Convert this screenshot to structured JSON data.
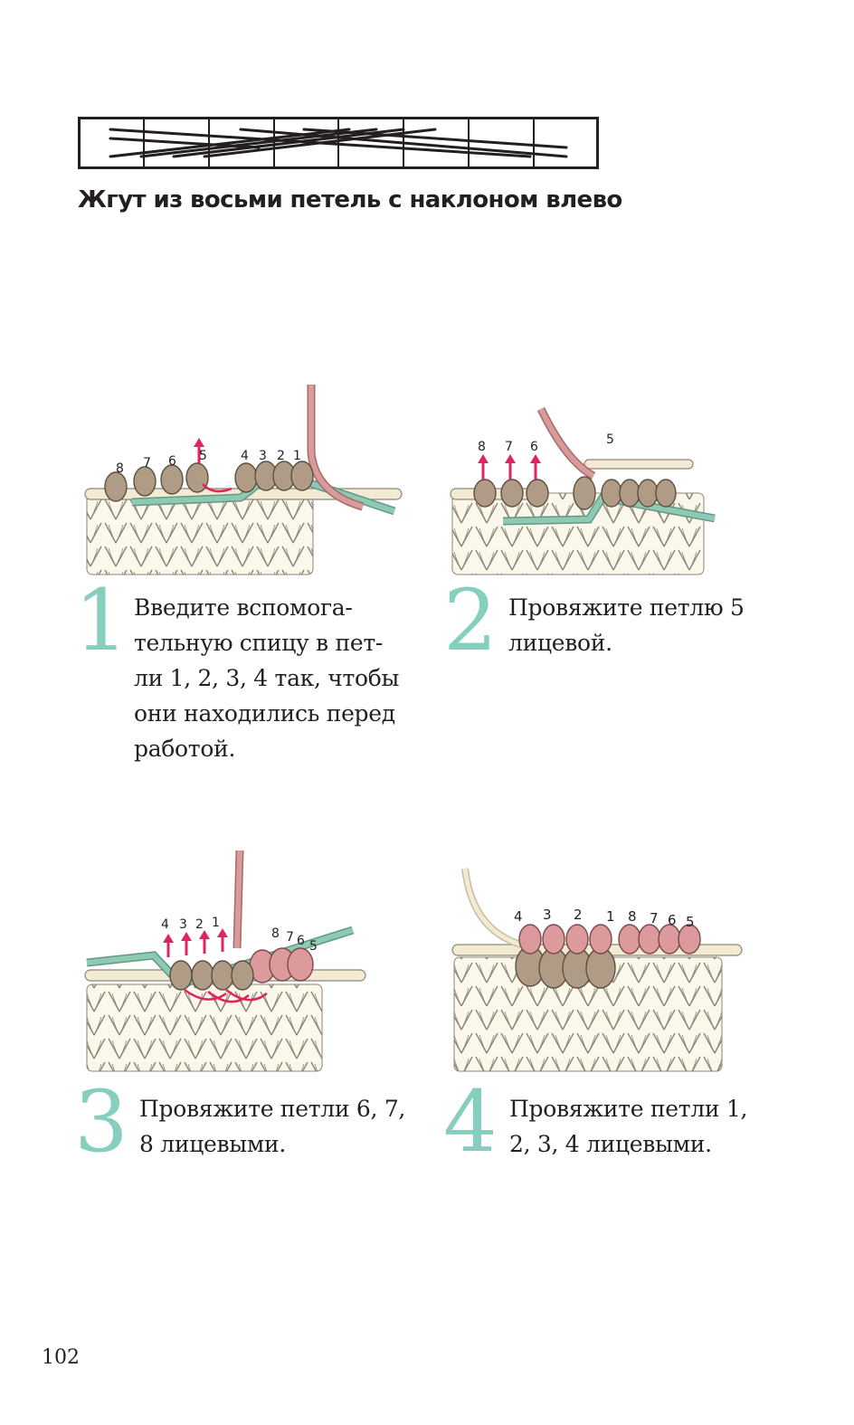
{
  "title": "Жгут из восьми петель с наклоном влево",
  "page_number": "102",
  "colors": {
    "accent": "#86cfbe",
    "arrow": "#e0245e",
    "yarn_base": "#f2ecd9",
    "cable_needle": "#8fc9b1",
    "working_yarn": "#d99a9a",
    "stitch_brown": "#b09c86",
    "stitch_pink": "#dd9a9c"
  },
  "steps": [
    {
      "number": "1",
      "text": "Введите вспомога-\nтельную спицу в пет-\nли 1, 2, 3, 4 так, чтобы\nони находились перед\nработой.",
      "labels": [
        "8",
        "7",
        "6",
        "5",
        "4",
        "3",
        "2",
        "1"
      ]
    },
    {
      "number": "2",
      "text": "Провяжите петлю 5\nлицевой.",
      "labels": [
        "8",
        "7",
        "6",
        "5"
      ]
    },
    {
      "number": "3",
      "text": "Провяжите петли 6, 7,\n8 лицевыми.",
      "labels": [
        "4",
        "3",
        "2",
        "1",
        "8",
        "7",
        "6",
        "5"
      ]
    },
    {
      "number": "4",
      "text": "Провяжите петли 1,\n2, 3, 4 лицевыми.",
      "labels": [
        "4",
        "3",
        "2",
        "1",
        "8",
        "7",
        "6",
        "5"
      ]
    }
  ]
}
